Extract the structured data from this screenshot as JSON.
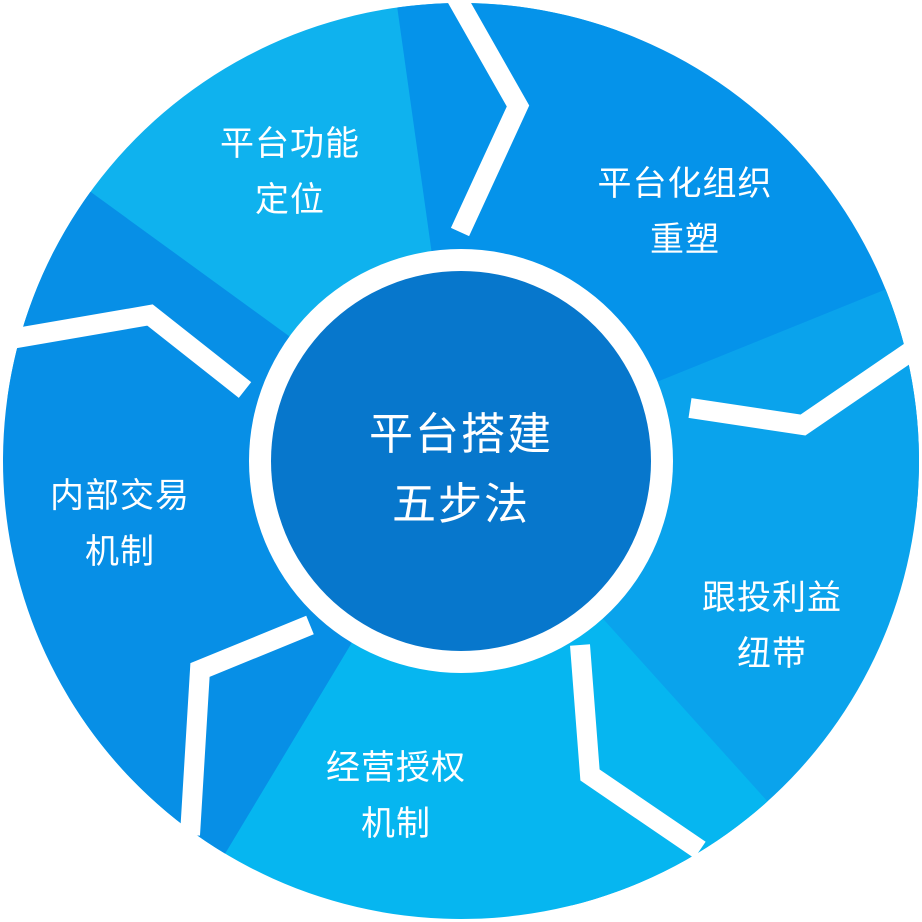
{
  "center": {
    "line1": "平台搭建",
    "line2": "五步法",
    "color": "#0777cc"
  },
  "segments": [
    {
      "line1": "平台功能",
      "line2": "定位",
      "color": "#0fb2ee"
    },
    {
      "line1": "平台化组织",
      "line2": "重塑",
      "color": "#0593ea"
    },
    {
      "line1": "跟投利益",
      "line2": "纽带",
      "color": "#0aa3ec"
    },
    {
      "line1": "经营授权",
      "line2": "机制",
      "color": "#06b6f0"
    },
    {
      "line1": "内部交易",
      "line2": "机制",
      "color": "#078fe6"
    }
  ]
}
